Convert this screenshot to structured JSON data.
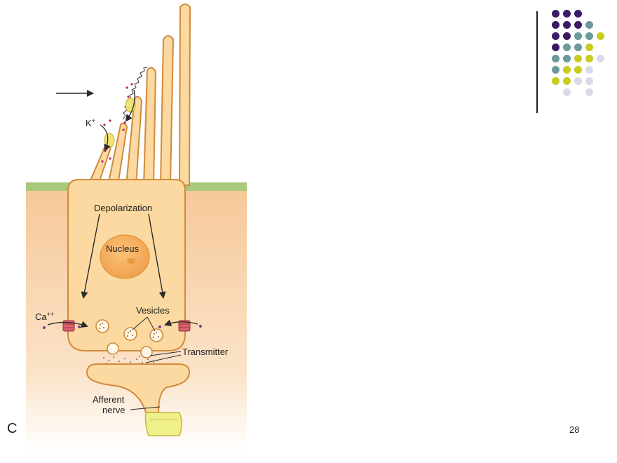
{
  "slide": {
    "page_number": "28",
    "corner_letter": "C"
  },
  "diagram": {
    "labels": {
      "potassium": "K",
      "potassium_charge": "+",
      "calcium": "Ca",
      "calcium_charge": "++",
      "depolarization": "Depolarization",
      "nucleus": "Nucleus",
      "vesicles": "Vesicles",
      "transmitter": "Transmitter",
      "afferent_line1": "Afferent",
      "afferent_line2": "nerve"
    }
  },
  "palette": {
    "dark_purple": "#3b1a66",
    "teal": "#6b9a9c",
    "lime": "#c9cc1e",
    "lavender": "#d9d9ea",
    "cell_fill": "#fbd9a0",
    "cell_stroke": "#d18a3c",
    "tissue": "#f7cfa3",
    "tissue_top": "#a8c97a"
  },
  "dot_grid": [
    [
      "dark_purple",
      "dark_purple",
      "dark_purple",
      "",
      ""
    ],
    [
      "dark_purple",
      "dark_purple",
      "dark_purple",
      "teal",
      ""
    ],
    [
      "dark_purple",
      "dark_purple",
      "teal",
      "teal",
      "lime"
    ],
    [
      "dark_purple",
      "teal",
      "teal",
      "lime",
      ""
    ],
    [
      "teal",
      "teal",
      "lime",
      "lime",
      "lavender"
    ],
    [
      "teal",
      "lime",
      "lime",
      "lavender",
      ""
    ],
    [
      "lime",
      "lime",
      "lavender",
      "lavender",
      ""
    ],
    [
      "",
      "lavender",
      "",
      "lavender",
      ""
    ]
  ]
}
